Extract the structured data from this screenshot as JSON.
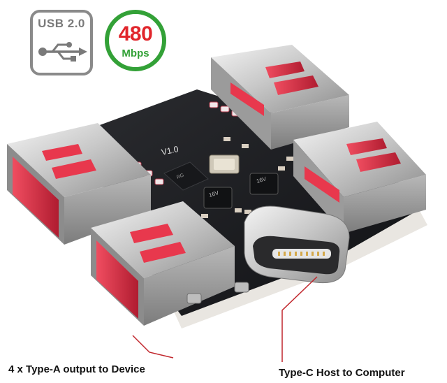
{
  "badges": {
    "usb_label": "USB 2.0",
    "usb_icon": "usb-trident-icon",
    "speed_value": "480",
    "speed_unit": "Mbps",
    "speed_ring_color": "#33a137",
    "speed_text_color": "#e1252b"
  },
  "board": {
    "silkscreen_version": "V1.0",
    "chip_marking": "RG",
    "cap_marking": "16V",
    "pcb_color": "#1c1d20",
    "port_tongue_color": "#e8384d"
  },
  "captions": {
    "left": "4 x Type-A output to Device",
    "right": "Type-C Host to Computer"
  }
}
